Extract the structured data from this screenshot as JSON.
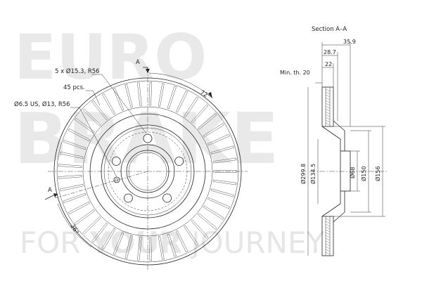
{
  "watermark": {
    "line1": "EURO",
    "line2": "BRAKE",
    "tagline_pre": "FOR ",
    "tagline_bold": "YOUR",
    "tagline_post": " JOURNEY"
  },
  "front_view": {
    "callout_holes": "5 x Ø15.3, R56",
    "callout_vents": "45 pcs.",
    "callout_bolt": "Ø6.5 US, Ø13, R56",
    "section_marker_top": "A",
    "section_marker_bottom": "A",
    "angle_72": "72°",
    "angle_36": "36°",
    "vent_count": 45,
    "bolt_hole_count": 5
  },
  "section_view": {
    "title": "Section A–A",
    "dim_35_9": "35.9",
    "dim_28_7": "28.7",
    "dim_22": "22",
    "min_thickness": "Min. th. 20",
    "dim_299_8": "Ø299.8",
    "dim_134_5": "Ø134.5",
    "dim_68": "Ø68",
    "dim_150": "Ø150",
    "dim_156": "Ø156"
  }
}
